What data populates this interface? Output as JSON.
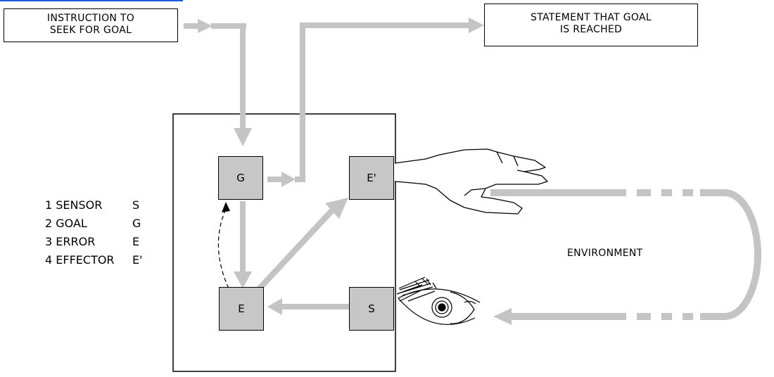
{
  "boxes": {
    "instruction": "INSTRUCTION TO\nSEEK FOR GOAL",
    "statement": "STATEMENT THAT GOAL\nIS REACHED"
  },
  "nodes": {
    "g": "G",
    "e_prime": "E'",
    "e": "E",
    "s": "S"
  },
  "legend": [
    {
      "label": "1 SENSOR",
      "symbol": "S"
    },
    {
      "label": "2 GOAL",
      "symbol": "G"
    },
    {
      "label": "3 ERROR",
      "symbol": "E"
    },
    {
      "label": "4 EFFECTOR",
      "symbol": "E'"
    }
  ],
  "environment_label": "ENVIRONMENT",
  "colors": {
    "arrow": "#c4c4c4",
    "node_fill": "#c7c7c7",
    "outline": "#000000"
  },
  "icons": [
    "hand-icon",
    "eye-icon"
  ]
}
